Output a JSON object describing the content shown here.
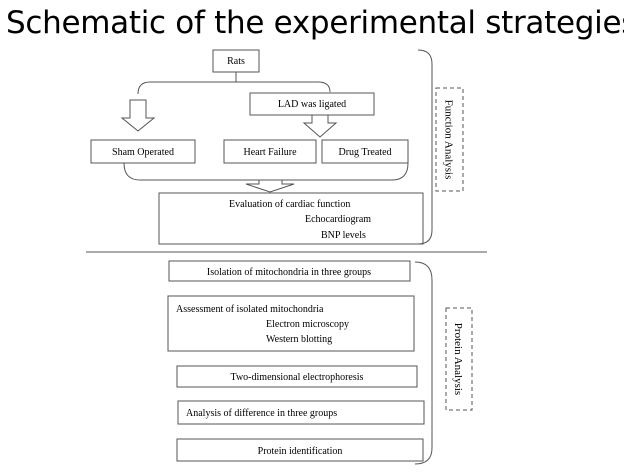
{
  "title": "Schematic of the experimental strategies",
  "function_section": {
    "side_label": "Function Analysis",
    "nodes": {
      "rats": "Rats",
      "lad": "LAD was ligated",
      "sham": "Sham Operated",
      "heart_failure": "Heart Failure",
      "drug": "Drug Treated"
    },
    "evaluation": {
      "line1": "Evaluation of cardiac function",
      "line2": "Echocardiogram",
      "line3": "BNP levels"
    }
  },
  "protein_section": {
    "side_label": "Protein Analysis",
    "isolation": "Isolation of mitochondria in three groups",
    "assessment": {
      "line1": "Assessment of isolated mitochondria",
      "line2": "Electron microscopy",
      "line3": "Western blotting"
    },
    "electrophoresis": "Two-dimensional electrophoresis",
    "difference": "Analysis of difference in three groups",
    "identification": "Protein identification"
  }
}
